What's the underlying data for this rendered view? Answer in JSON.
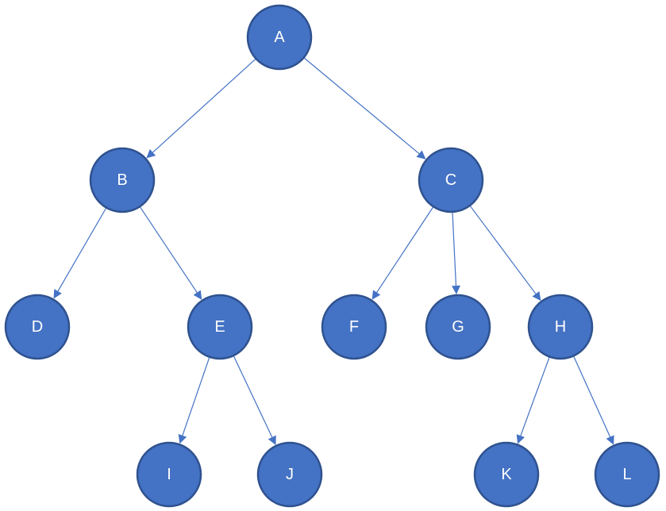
{
  "diagram": {
    "type": "tree",
    "node_color": "#4472C4",
    "node_border_color": "#2F528F",
    "edge_color": "#4472C4",
    "label_color": "#FFFFFF",
    "nodes": [
      {
        "id": "A",
        "label": "A"
      },
      {
        "id": "B",
        "label": "B"
      },
      {
        "id": "C",
        "label": "C"
      },
      {
        "id": "D",
        "label": "D"
      },
      {
        "id": "E",
        "label": "E"
      },
      {
        "id": "F",
        "label": "F"
      },
      {
        "id": "G",
        "label": "G"
      },
      {
        "id": "H",
        "label": "H"
      },
      {
        "id": "I",
        "label": "I"
      },
      {
        "id": "J",
        "label": "J"
      },
      {
        "id": "K",
        "label": "K"
      },
      {
        "id": "L",
        "label": "L"
      }
    ],
    "edges": [
      {
        "from": "A",
        "to": "B"
      },
      {
        "from": "A",
        "to": "C"
      },
      {
        "from": "B",
        "to": "D"
      },
      {
        "from": "B",
        "to": "E"
      },
      {
        "from": "C",
        "to": "F"
      },
      {
        "from": "C",
        "to": "G"
      },
      {
        "from": "C",
        "to": "H"
      },
      {
        "from": "E",
        "to": "I"
      },
      {
        "from": "E",
        "to": "J"
      },
      {
        "from": "H",
        "to": "K"
      },
      {
        "from": "H",
        "to": "L"
      }
    ]
  }
}
